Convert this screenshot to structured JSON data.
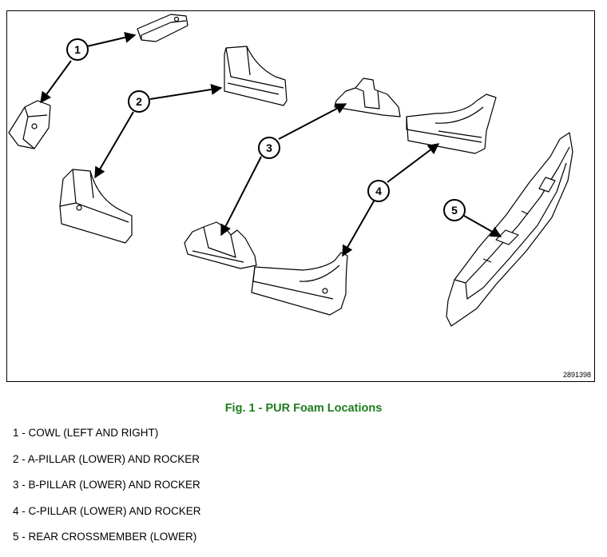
{
  "figure": {
    "id": "2891398",
    "callouts": [
      "1",
      "2",
      "3",
      "4",
      "5"
    ]
  },
  "caption": "Fig. 1 - PUR Foam Locations",
  "legend": [
    "1 - COWL (LEFT AND RIGHT)",
    "2 - A-PILLAR (LOWER) AND ROCKER",
    "3 - B-PILLAR (LOWER) AND ROCKER",
    "4 - C-PILLAR (LOWER) AND ROCKER",
    "5 - REAR CROSSMEMBER (LOWER)"
  ],
  "colors": {
    "caption": "#1e7d1e",
    "line": "#000000",
    "part_fill": "#ffffff",
    "part_shade": "#d9d9d9"
  }
}
